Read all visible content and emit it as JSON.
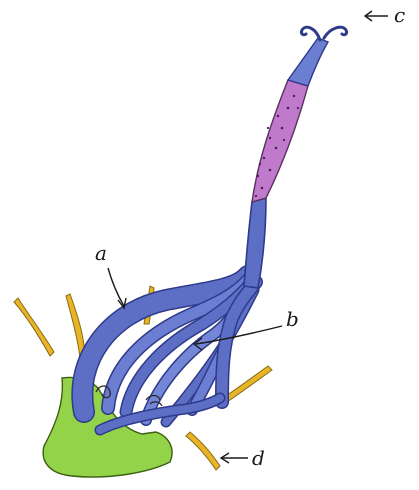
{
  "labels": {
    "a": "a",
    "b": "b",
    "c": "c",
    "d": "d"
  },
  "colors": {
    "stem_blue": "#5d6fc4",
    "stem_blue_dark": "#2f3a8a",
    "style_pink": "#c07acb",
    "calyx_green": "#92d34a",
    "sepal_yellow": "#e8b528",
    "ink": "#1a1a1a"
  }
}
